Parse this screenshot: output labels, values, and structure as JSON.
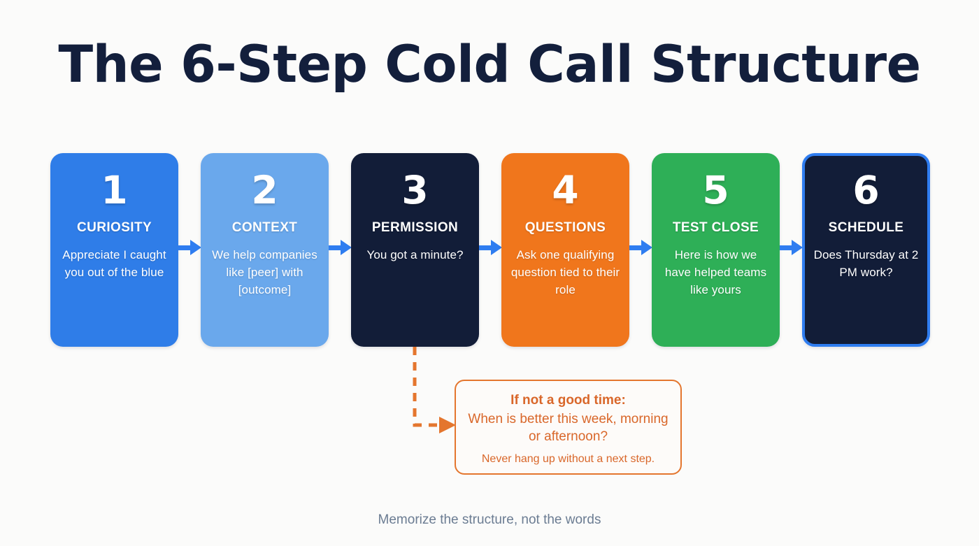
{
  "title": "The 6-Step Cold Call Structure",
  "footer": "Memorize the structure, not the words",
  "colors": {
    "background": "#fbfbfa",
    "title": "#131f3c",
    "arrow": "#2f7df0",
    "callout": "#d9672a",
    "callout_border": "#e4762e",
    "footer": "#6b7c92",
    "highlight_border": "#2f7df0"
  },
  "steps": [
    {
      "number": "1",
      "label": "CURIOSITY",
      "desc": "Appreciate I caught you out of the blue",
      "color": "#2f7de8",
      "highlight": false
    },
    {
      "number": "2",
      "label": "CONTEXT",
      "desc": "We help companies like [peer] with [outcome]",
      "color": "#6aa8ec",
      "highlight": false
    },
    {
      "number": "3",
      "label": "PERMISSION",
      "desc": "You got a minute?",
      "color": "#121d38",
      "highlight": false
    },
    {
      "number": "4",
      "label": "QUESTIONS",
      "desc": "Ask one qualifying question tied to their role",
      "color": "#f0761c",
      "highlight": false
    },
    {
      "number": "5",
      "label": "TEST CLOSE",
      "desc": "Here is how we have helped teams like yours",
      "color": "#2eaf57",
      "highlight": false
    },
    {
      "number": "6",
      "label": "SCHEDULE",
      "desc": "Does Thursday at 2 PM work?",
      "color": "#121d38",
      "highlight": true
    }
  ],
  "callout": {
    "heading": "If not a good time:",
    "body": "When is better this week, morning or afternoon?",
    "note": "Never hang up without a next step.",
    "from_step": "3"
  }
}
